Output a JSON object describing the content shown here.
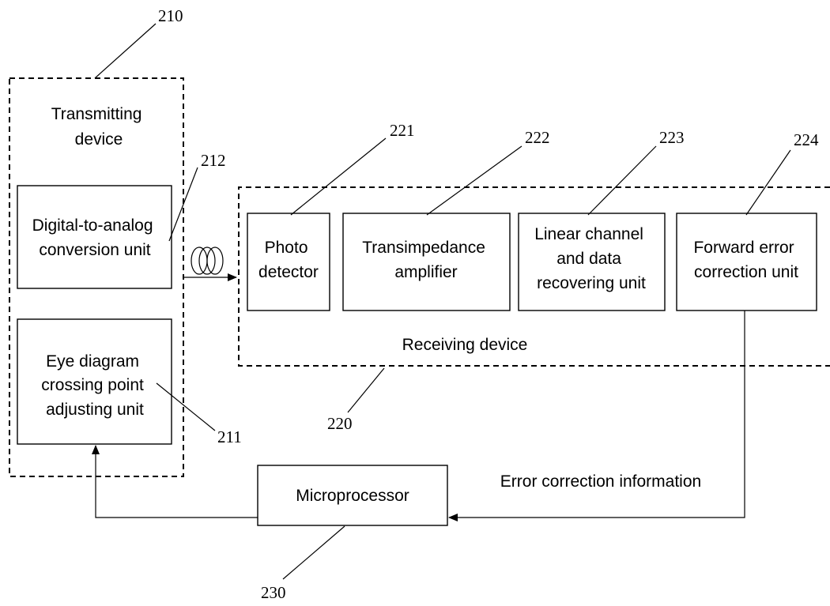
{
  "refs": {
    "r210": "210",
    "r212": "212",
    "r221": "221",
    "r222": "222",
    "r223": "223",
    "r224": "224",
    "r220": "220",
    "r211": "211",
    "r230": "230"
  },
  "transmitting": {
    "title": [
      "Transmitting",
      "device"
    ],
    "dac": [
      "Digital-to-analog",
      "conversion unit"
    ],
    "eye": [
      "Eye diagram",
      "crossing point",
      "adjusting unit"
    ]
  },
  "receiving": {
    "label": "Receiving device",
    "photo": [
      "Photo",
      "detector"
    ],
    "tia": [
      "Transimpedance",
      "amplifier"
    ],
    "linear": [
      "Linear channel",
      "and data",
      "recovering unit"
    ],
    "fec": [
      "Forward error",
      "correction unit"
    ]
  },
  "microprocessor": "Microprocessor",
  "feedback_label": "Error correction information"
}
